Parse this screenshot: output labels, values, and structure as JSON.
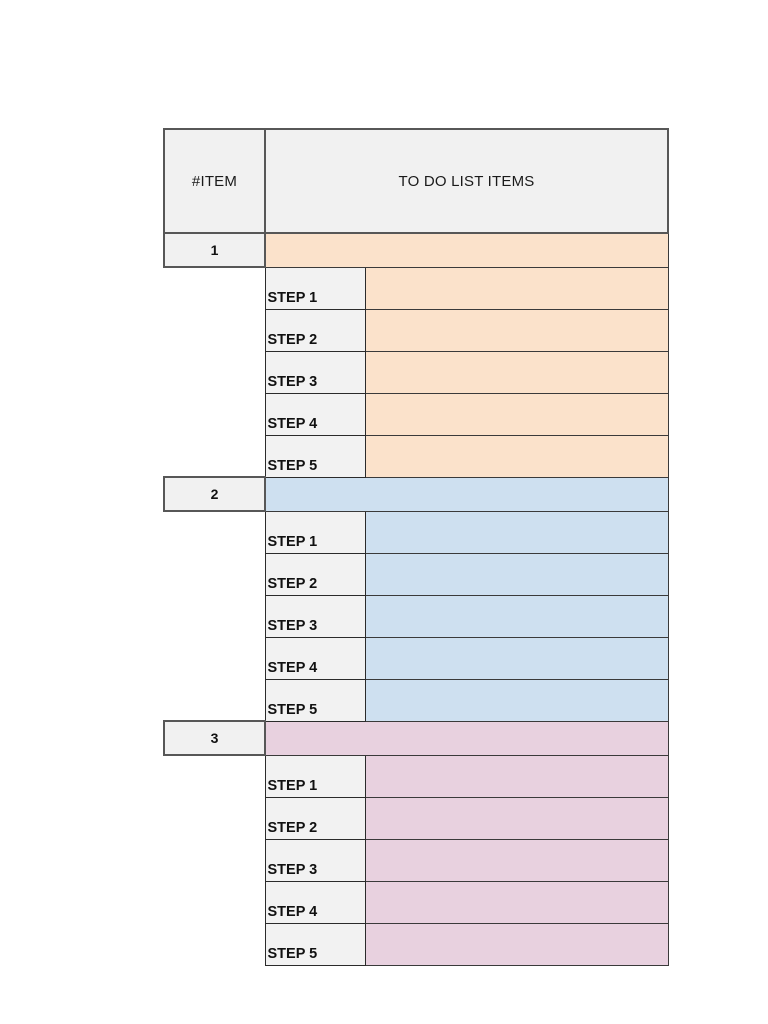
{
  "document": {
    "title": "TO DO LIST ITEMS",
    "page_background": "#ffffff"
  },
  "table": {
    "headers": {
      "item": "#ITEM",
      "items": "TO DO LIST ITEMS"
    },
    "colors": {
      "header_background": "#F1F1F1",
      "step_label_background": "#F2F2F2",
      "border": "#575757",
      "grid_line": "#3a3a3a",
      "group_1_fill": "#FBE2CB",
      "group_2_fill": "#CEE0F0",
      "group_3_fill": "#E8D1DF"
    },
    "groups": [
      {
        "number": "1",
        "fill_class": "fill-orange",
        "value": "",
        "steps": [
          {
            "label": "STEP 1",
            "value": ""
          },
          {
            "label": "STEP 2",
            "value": ""
          },
          {
            "label": "STEP 3",
            "value": ""
          },
          {
            "label": "STEP 4",
            "value": ""
          },
          {
            "label": "STEP 5",
            "value": ""
          }
        ]
      },
      {
        "number": "2",
        "fill_class": "fill-blue",
        "value": "",
        "steps": [
          {
            "label": "STEP 1",
            "value": ""
          },
          {
            "label": "STEP 2",
            "value": ""
          },
          {
            "label": "STEP 3",
            "value": ""
          },
          {
            "label": "STEP 4",
            "value": ""
          },
          {
            "label": "STEP 5",
            "value": ""
          }
        ]
      },
      {
        "number": "3",
        "fill_class": "fill-pink",
        "value": "",
        "steps": [
          {
            "label": "STEP 1",
            "value": ""
          },
          {
            "label": "STEP 2",
            "value": ""
          },
          {
            "label": "STEP 3",
            "value": ""
          },
          {
            "label": "STEP 4",
            "value": ""
          },
          {
            "label": "STEP 5",
            "value": ""
          }
        ]
      }
    ]
  }
}
